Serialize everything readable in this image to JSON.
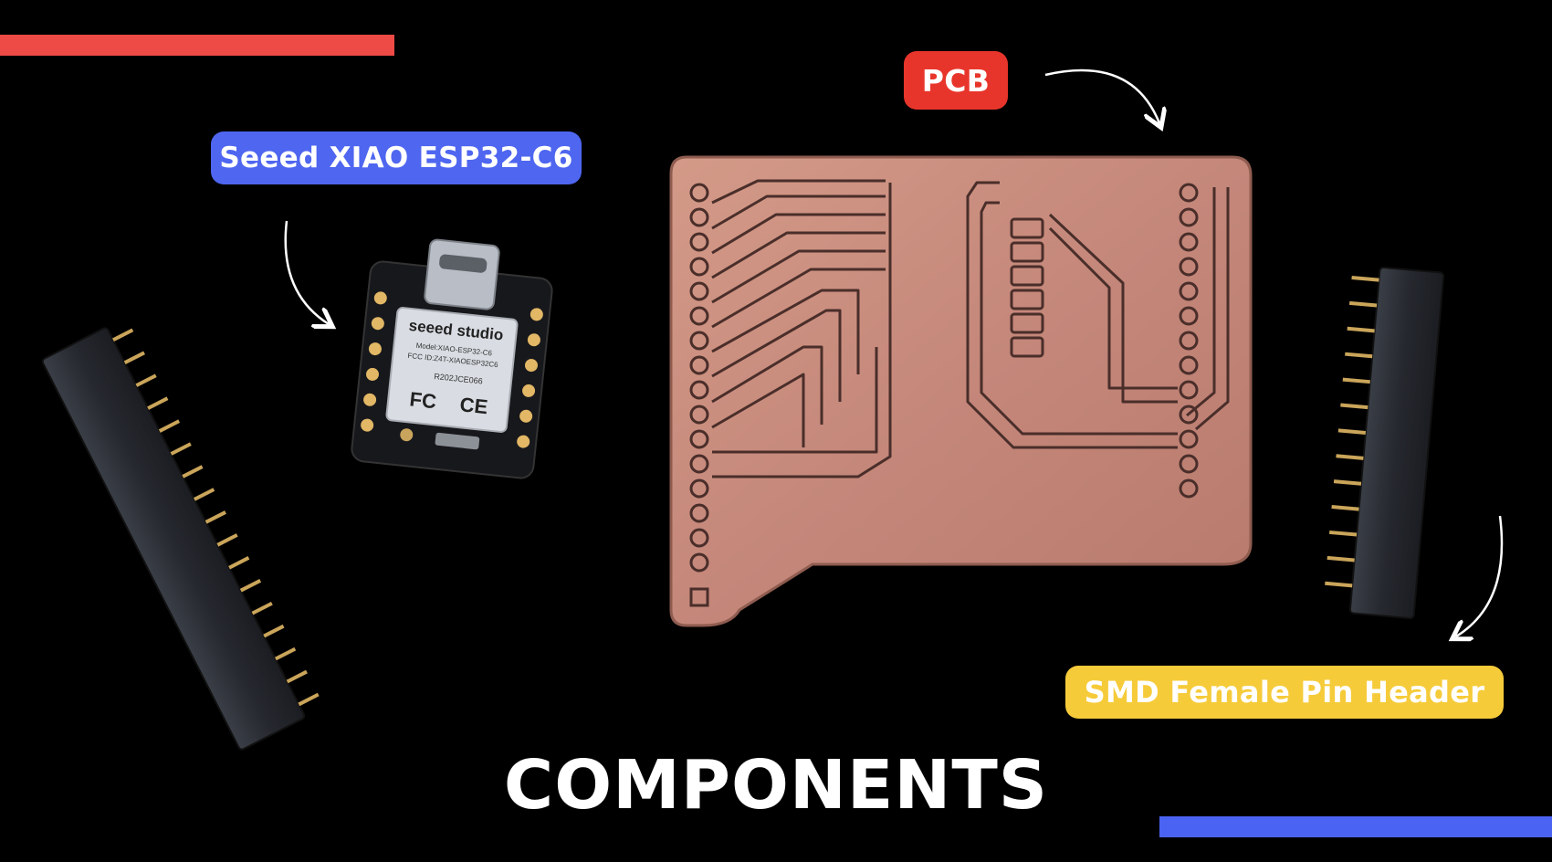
{
  "labels": {
    "xiao": "Seeed XIAO ESP32-C6",
    "pcb": "PCB",
    "smd": "SMD Female Pin Header"
  },
  "title": "COMPONENTS",
  "module_markings": {
    "brand": "seeed studio",
    "model": "Model:XIAO-ESP32-C6",
    "fcc_id": "FCC ID:Z4T-XIAOESP32C6",
    "cert": "R202JCE066",
    "fc_mark": "FC",
    "ce_mark": "CE"
  },
  "colors": {
    "background": "#000000",
    "red_accent": "#ee4a46",
    "blue_accent": "#4b63f2",
    "xiao_label_bg": "#4f66f0",
    "pcb_label_bg": "#e8352b",
    "smd_label_bg": "#f6cb3a",
    "smd_label_text": "#ffffff",
    "label_text": "#ffffff",
    "copper": "#c98c7a",
    "copper_dark": "#9b6153",
    "trace_gap": "#4a2e2a",
    "header_body": "#2a2d33",
    "pin_gold": "#caa55a",
    "module_board": "#17181c",
    "module_shield": "#d9dde3"
  }
}
